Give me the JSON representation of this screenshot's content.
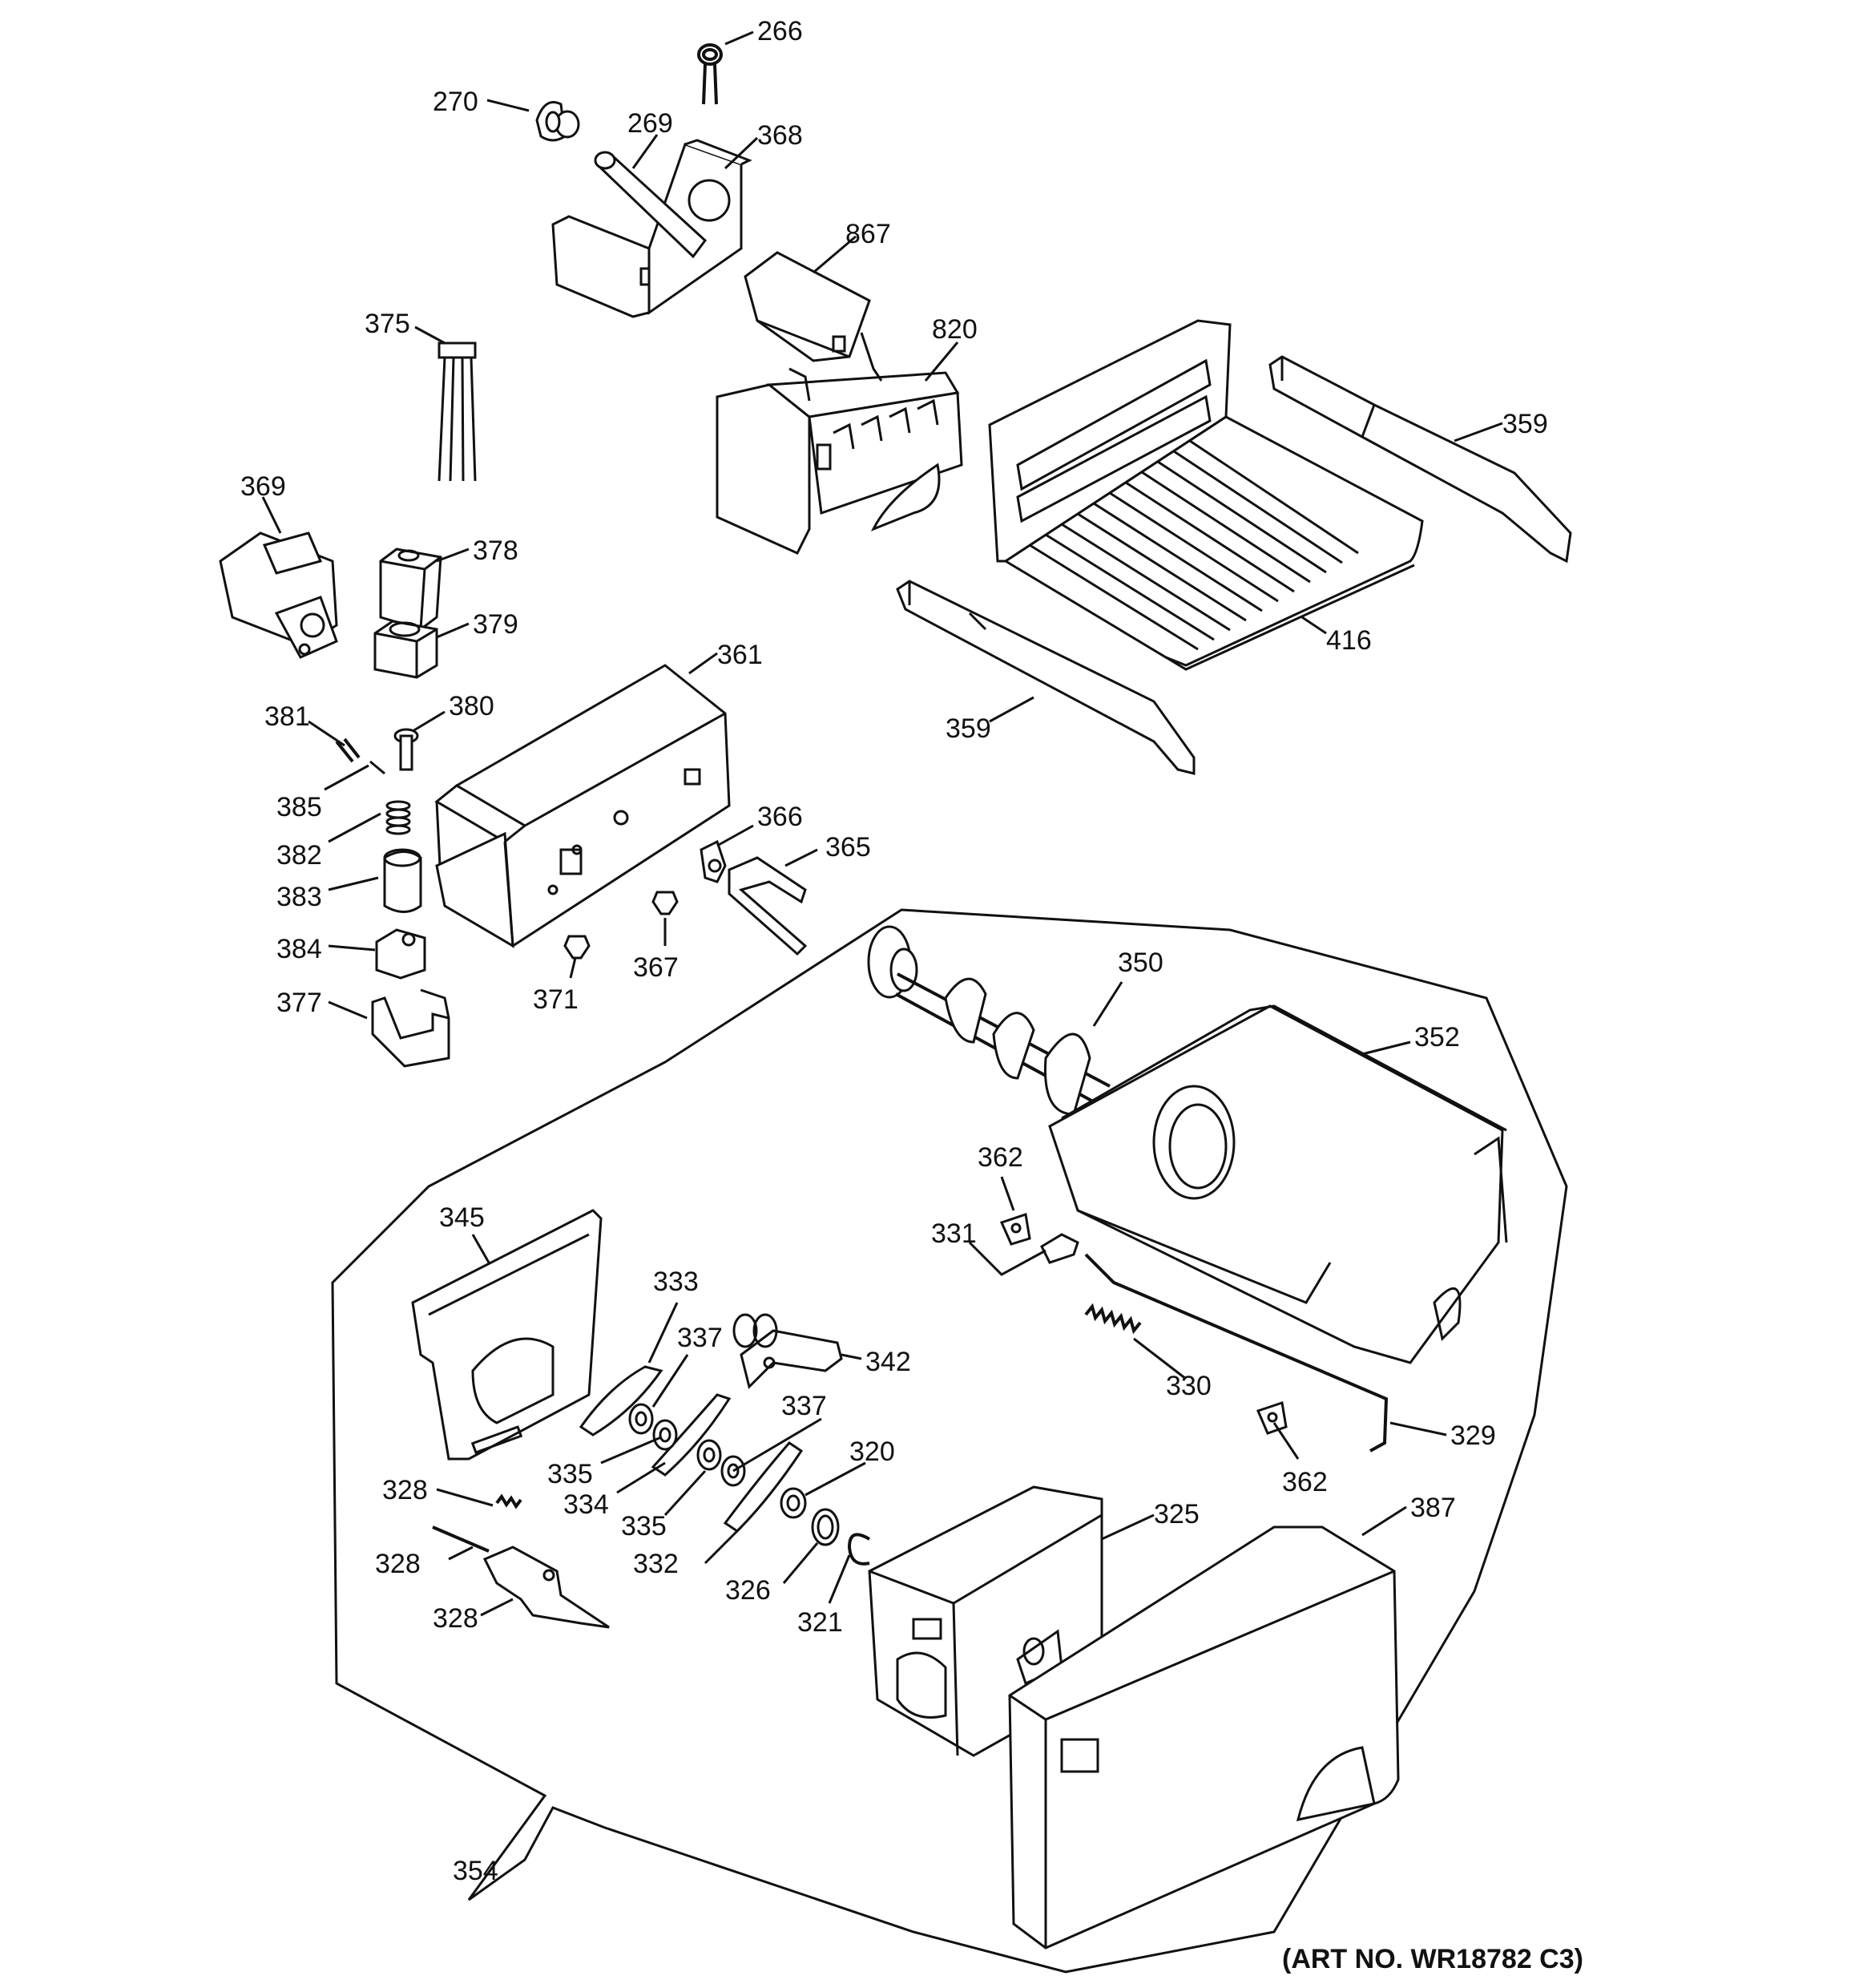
{
  "art_number": "(ART NO. WR18782 C3)",
  "callouts": [
    {
      "id": "266",
      "label": "266"
    },
    {
      "id": "270",
      "label": "270"
    },
    {
      "id": "269",
      "label": "269"
    },
    {
      "id": "368",
      "label": "368"
    },
    {
      "id": "867",
      "label": "867"
    },
    {
      "id": "820",
      "label": "820"
    },
    {
      "id": "375",
      "label": "375"
    },
    {
      "id": "369",
      "label": "369"
    },
    {
      "id": "378",
      "label": "378"
    },
    {
      "id": "379",
      "label": "379"
    },
    {
      "id": "359a",
      "label": "359"
    },
    {
      "id": "416",
      "label": "416"
    },
    {
      "id": "359b",
      "label": "359"
    },
    {
      "id": "361",
      "label": "361"
    },
    {
      "id": "381",
      "label": "381"
    },
    {
      "id": "380",
      "label": "380"
    },
    {
      "id": "385",
      "label": "385"
    },
    {
      "id": "382",
      "label": "382"
    },
    {
      "id": "383",
      "label": "383"
    },
    {
      "id": "384",
      "label": "384"
    },
    {
      "id": "377",
      "label": "377"
    },
    {
      "id": "371",
      "label": "371"
    },
    {
      "id": "367",
      "label": "367"
    },
    {
      "id": "366",
      "label": "366"
    },
    {
      "id": "365",
      "label": "365"
    },
    {
      "id": "350",
      "label": "350"
    },
    {
      "id": "352",
      "label": "352"
    },
    {
      "id": "362a",
      "label": "362"
    },
    {
      "id": "331",
      "label": "331"
    },
    {
      "id": "345",
      "label": "345"
    },
    {
      "id": "333",
      "label": "333"
    },
    {
      "id": "337a",
      "label": "337"
    },
    {
      "id": "342",
      "label": "342"
    },
    {
      "id": "337b",
      "label": "337"
    },
    {
      "id": "330",
      "label": "330"
    },
    {
      "id": "329",
      "label": "329"
    },
    {
      "id": "362b",
      "label": "362"
    },
    {
      "id": "335a",
      "label": "335"
    },
    {
      "id": "334",
      "label": "334"
    },
    {
      "id": "335b",
      "label": "335"
    },
    {
      "id": "320",
      "label": "320"
    },
    {
      "id": "328a",
      "label": "328"
    },
    {
      "id": "328b",
      "label": "328"
    },
    {
      "id": "328c",
      "label": "328"
    },
    {
      "id": "332",
      "label": "332"
    },
    {
      "id": "326",
      "label": "326"
    },
    {
      "id": "321",
      "label": "321"
    },
    {
      "id": "325",
      "label": "325"
    },
    {
      "id": "387",
      "label": "387"
    },
    {
      "id": "354",
      "label": "354"
    }
  ]
}
